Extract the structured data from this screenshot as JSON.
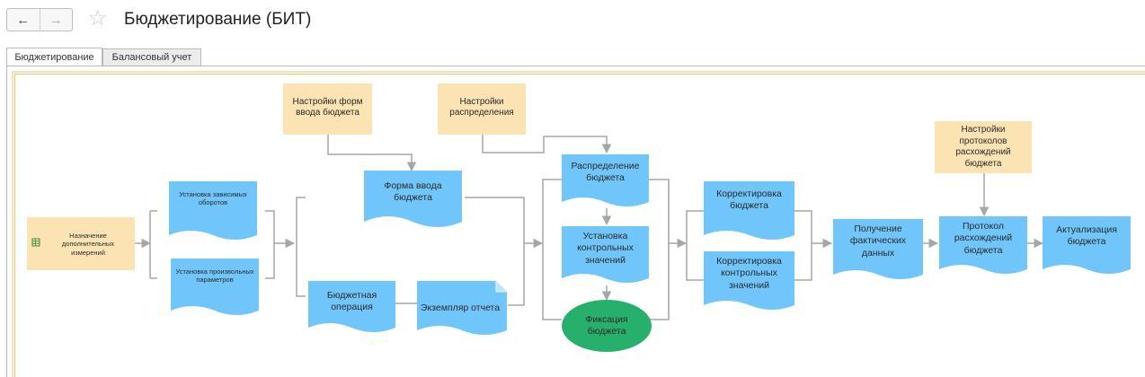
{
  "toolbar": {
    "back_icon": "←",
    "forward_icon": "→",
    "star_icon": "☆",
    "title": "Бюджетирование (БИТ)"
  },
  "tabs": [
    {
      "label": "Бюджетирование",
      "active": true
    },
    {
      "label": "Балансовый учет",
      "active": false
    }
  ],
  "colors": {
    "doc": "#70c5fa",
    "note": "#fce3b3",
    "ellipse": "#27b06c",
    "arrow": "#a6a6a6",
    "frame": "#e6c77a"
  },
  "diagram": {
    "naznachenie": "Назначение дополнительных измерений",
    "ustanovka_zavisimyh": "Установка зависимых оборотов",
    "ustanovka_proizvolnyh": "Установка произвольных параметров",
    "nastroyki_form": "Настройки форм ввода бюджета",
    "forma_vvoda": "Форма ввода бюджета",
    "byudzhetnaya_operatsiya": "Бюджетная операция",
    "ekzemplyar_otcheta": "Экземпляр отчета",
    "nastroyki_raspredeleniya": "Настройки распределения",
    "raspredelenie": "Распределение бюджета",
    "ustanovka_kontrolnyh": "Установка контрольных значений",
    "fiksatsiya": "Фиксация бюджета",
    "korrektirovka_byudzheta": "Корректировка бюджета",
    "korrektirovka_kontrolnyh": "Корректировка контрольных значений",
    "poluchenie": "Получение фактических данных",
    "nastroyki_protokolov": "Настройки протоколов расхождений бюджета",
    "protokol": "Протокол расхождений бюджета",
    "aktualizatsiya": "Актуализация бюджета"
  }
}
